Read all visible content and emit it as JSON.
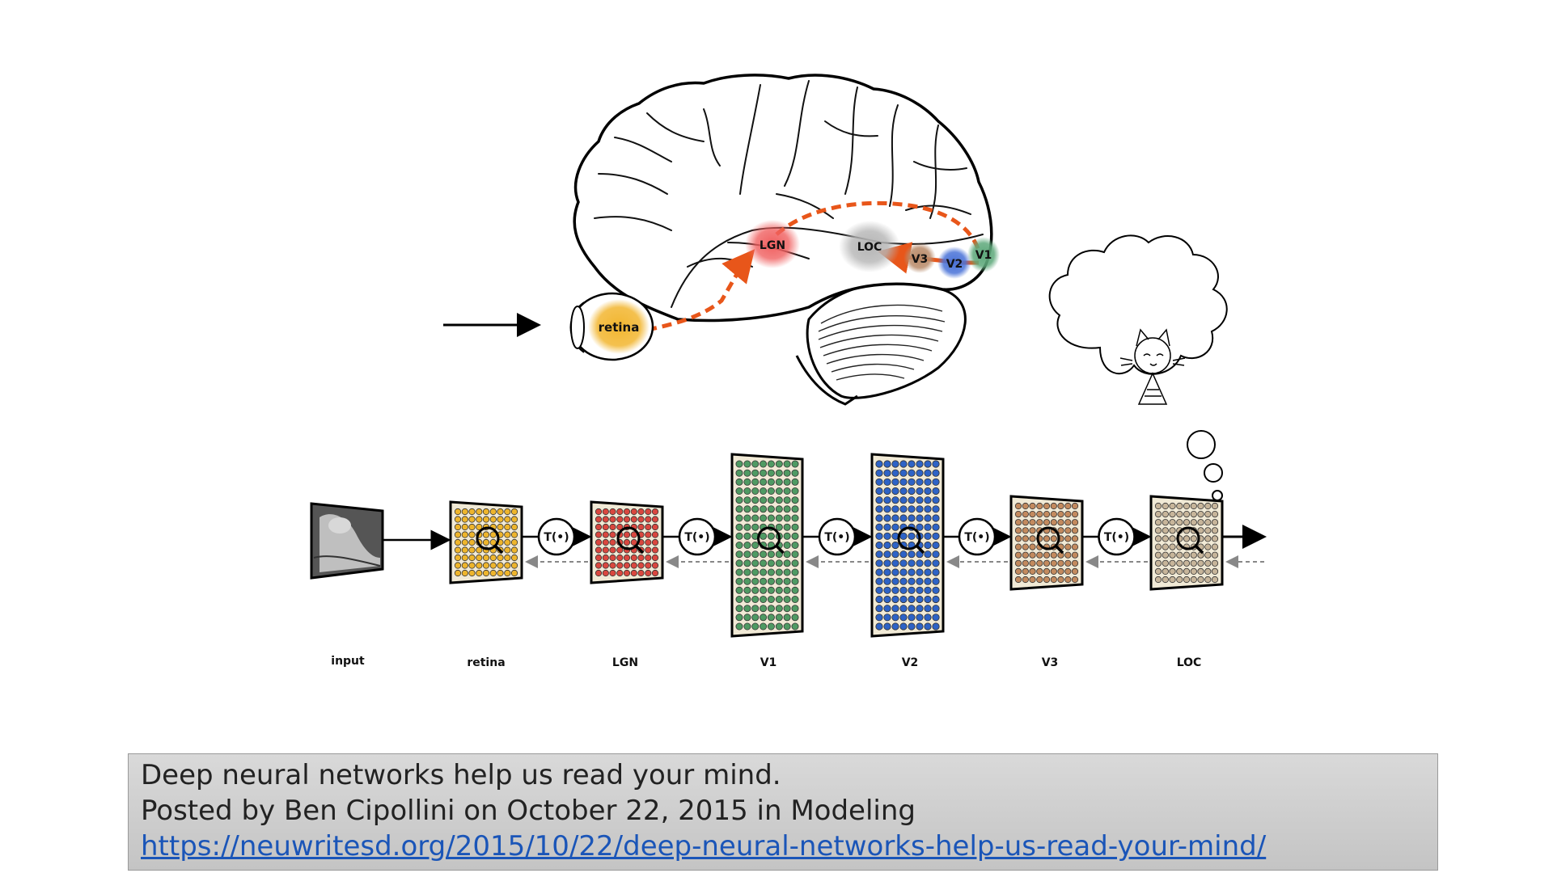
{
  "brain": {
    "regions": [
      {
        "label": "LGN",
        "color": "#f06060"
      },
      {
        "label": "LOC",
        "color": "#b5b5b5"
      },
      {
        "label": "V3",
        "color": "#b98b6a"
      },
      {
        "label": "V2",
        "color": "#4a73d8"
      },
      {
        "label": "V1",
        "color": "#5ea97b"
      }
    ],
    "retina_label": "retina",
    "retina_color": "#f2b630",
    "pathway_color": "#e8561a"
  },
  "network": {
    "transform_label": "T(•)",
    "layers": [
      {
        "label": "input"
      },
      {
        "label": "retina",
        "dot_color": "#eeb52c"
      },
      {
        "label": "LGN",
        "dot_color": "#d9473f"
      },
      {
        "label": "V1",
        "dot_color": "#4f9a63"
      },
      {
        "label": "V2",
        "dot_color": "#2e63c6"
      },
      {
        "label": "V3",
        "dot_color": "#c38a5e"
      },
      {
        "label": "LOC",
        "dot_color": "#c7b59a"
      }
    ]
  },
  "caption": {
    "line1": "Deep neural networks help us read your mind.",
    "line2": "Posted by Ben Cipollini on October 22, 2015 in Modeling",
    "link": "https://neuwritesd.org/2015/10/22/deep-neural-networks-help-us-read-your-mind/"
  }
}
